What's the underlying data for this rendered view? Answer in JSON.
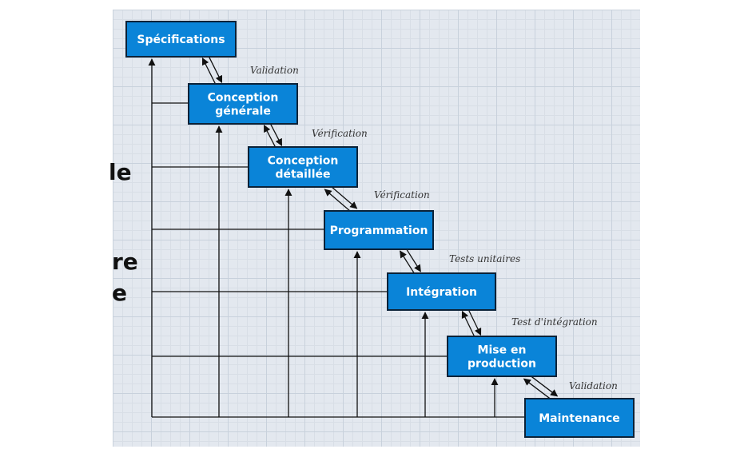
{
  "steps": [
    {
      "id": "specifications",
      "lines": [
        "Spécifications"
      ]
    },
    {
      "id": "conception-generale",
      "lines": [
        "Conception",
        "générale"
      ]
    },
    {
      "id": "conception-detaillee",
      "lines": [
        "Conception",
        "détaillée"
      ]
    },
    {
      "id": "programmation",
      "lines": [
        "Programmation"
      ]
    },
    {
      "id": "integration",
      "lines": [
        "Intégration"
      ]
    },
    {
      "id": "mise-en-production",
      "lines": [
        "Mise en",
        "production"
      ]
    },
    {
      "id": "maintenance",
      "lines": [
        "Maintenance"
      ]
    }
  ],
  "transitions": [
    "Validation",
    "Vérification",
    "Vérification",
    "Tests unitaires",
    "Test d'intégration",
    "Validation"
  ],
  "side_fragments": [
    "le",
    "re",
    "e"
  ],
  "colors": {
    "box_fill": "#0a84d8",
    "box_border": "#0b2238",
    "grid": "#e3e8ef"
  }
}
